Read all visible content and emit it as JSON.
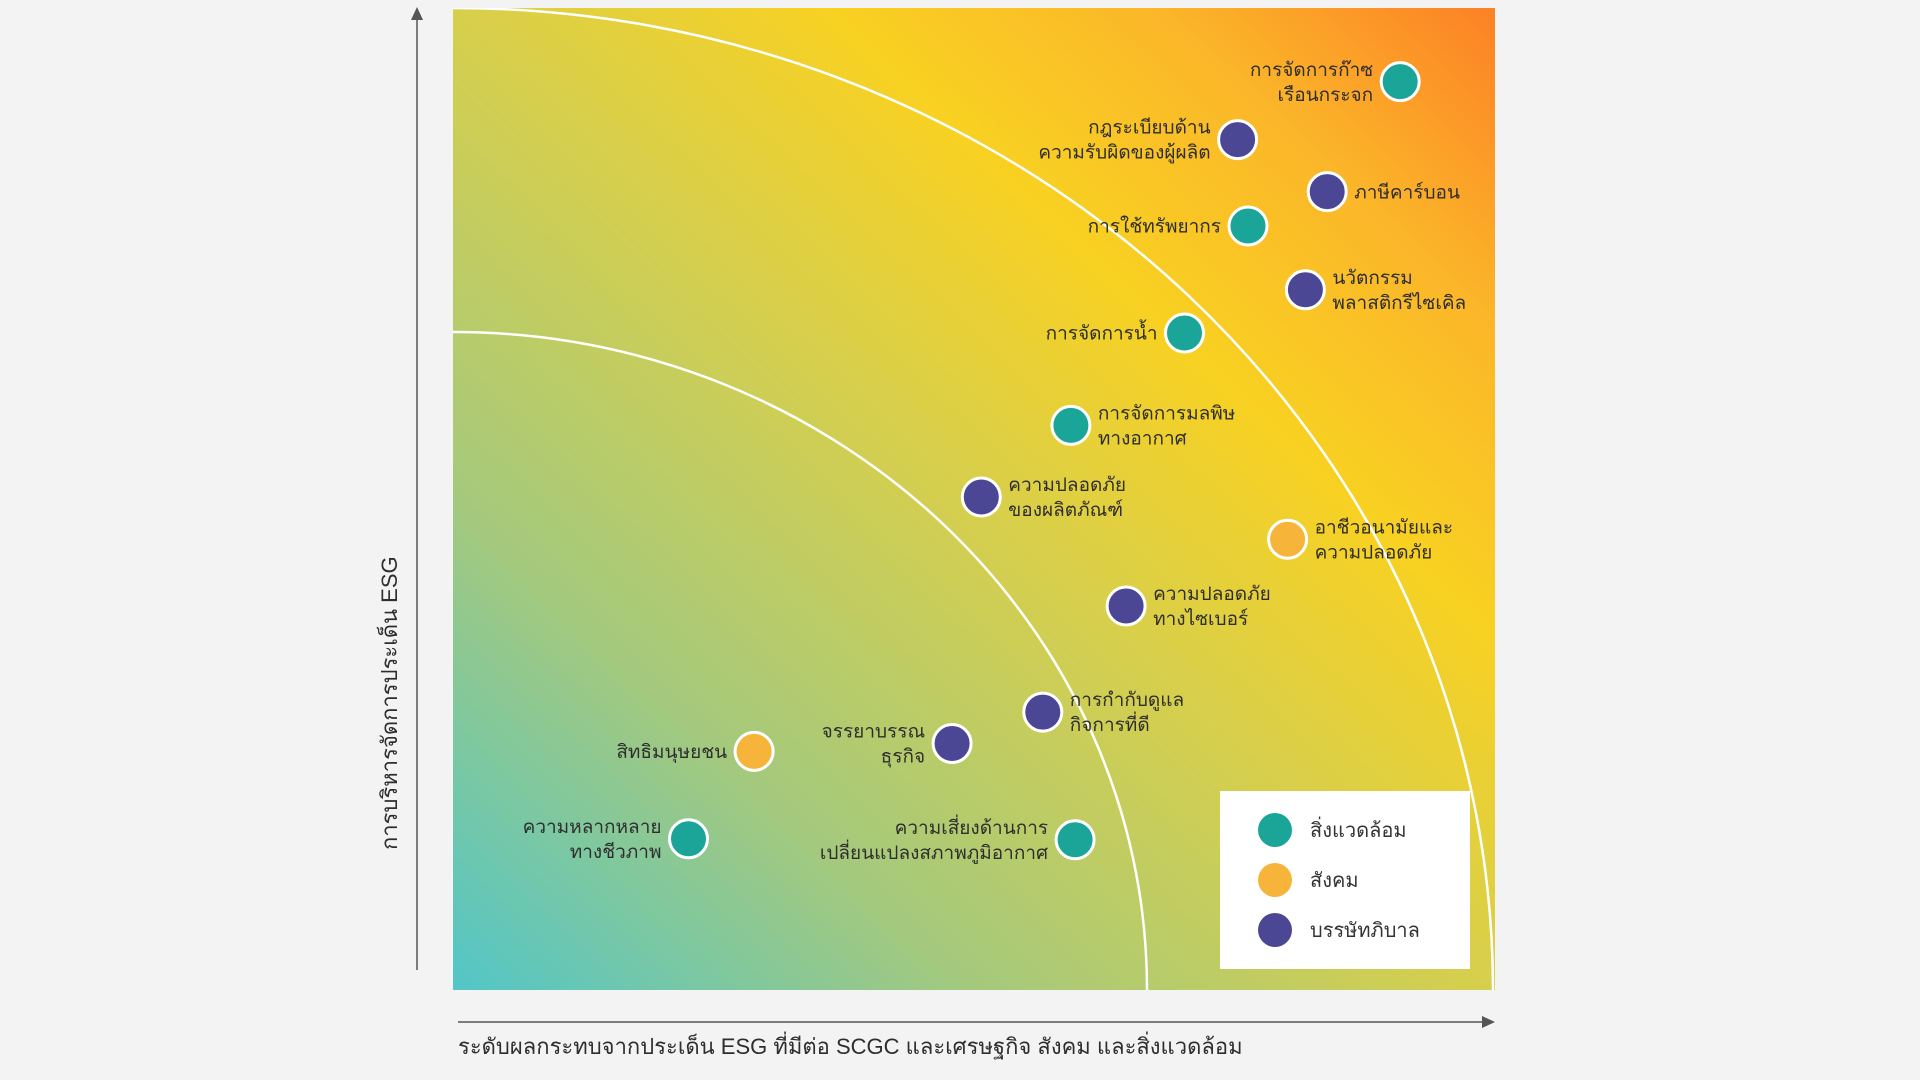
{
  "chart_data": {
    "type": "scatter",
    "title": "",
    "xlabel": "ระดับผลกระทบจากประเด็น ESG ที่มีต่อ SCGC และเศรษฐกิจ สังคม และสิ่งแวดล้อม",
    "ylabel": "การบริหารจัดการประเด็น ESG",
    "xlim": [
      0,
      100
    ],
    "ylim": [
      0,
      100
    ],
    "axis_ticks": "none",
    "grid": false,
    "colors": {
      "environment": "#1aa598",
      "social": "#f7b43b",
      "governance": "#4b4794"
    },
    "legend": {
      "position": "bottom-right",
      "items": [
        {
          "key": "environment",
          "label": "สิ่งแวดล้อม"
        },
        {
          "key": "social",
          "label": "สังคม"
        },
        {
          "key": "governance",
          "label": "บรรษัทภิบาล"
        }
      ]
    },
    "points": [
      {
        "lines": [
          "การจัดการก๊าซ",
          "เรือนกระจก"
        ],
        "x": 90.9,
        "y": 92.5,
        "cat": "environment",
        "side": "left"
      },
      {
        "lines": [
          "กฎระเบียบด้าน",
          "ความรับผิดของผู้ผลิต"
        ],
        "x": 75.3,
        "y": 86.6,
        "cat": "governance",
        "side": "left"
      },
      {
        "lines": [
          "ภาษีคาร์บอน"
        ],
        "x": 83.9,
        "y": 81.3,
        "cat": "governance",
        "side": "right"
      },
      {
        "lines": [
          "การใช้ทรัพยากร"
        ],
        "x": 76.3,
        "y": 77.8,
        "cat": "environment",
        "side": "left"
      },
      {
        "lines": [
          "นวัตกรรม",
          "พลาสติกรีไซเคิล"
        ],
        "x": 81.8,
        "y": 71.3,
        "cat": "governance",
        "side": "right"
      },
      {
        "lines": [
          "การจัดการน้ำ"
        ],
        "x": 70.2,
        "y": 66.9,
        "cat": "environment",
        "side": "left"
      },
      {
        "lines": [
          "การจัดการมลพิษ",
          "ทางอากาศ"
        ],
        "x": 59.3,
        "y": 57.5,
        "cat": "environment",
        "side": "right"
      },
      {
        "lines": [
          "ความปลอดภัย",
          "ของผลิตภัณฑ์"
        ],
        "x": 50.7,
        "y": 50.2,
        "cat": "governance",
        "side": "right"
      },
      {
        "lines": [
          "อาชีวอนามัยและ",
          "ความปลอดภัย"
        ],
        "x": 80.1,
        "y": 45.9,
        "cat": "social",
        "side": "right"
      },
      {
        "lines": [
          "ความปลอดภัย",
          "ทางไซเบอร์"
        ],
        "x": 64.6,
        "y": 39.1,
        "cat": "governance",
        "side": "right"
      },
      {
        "lines": [
          "การกำกับดูแล",
          "กิจการที่ดี"
        ],
        "x": 56.6,
        "y": 28.3,
        "cat": "governance",
        "side": "right"
      },
      {
        "lines": [
          "จรรยาบรรณ",
          "ธุรกิจ"
        ],
        "x": 47.9,
        "y": 25.1,
        "cat": "governance",
        "side": "left"
      },
      {
        "lines": [
          "สิทธิมนุษยชน"
        ],
        "x": 28.9,
        "y": 24.3,
        "cat": "social",
        "side": "left"
      },
      {
        "lines": [
          "ความเสี่ยงด้านการ",
          "เปลี่ยนแปลงสภาพภูมิอากาศ"
        ],
        "x": 59.7,
        "y": 15.3,
        "cat": "environment",
        "side": "left"
      },
      {
        "lines": [
          "ความหลากหลาย",
          "ทางชีวภาพ"
        ],
        "x": 22.6,
        "y": 15.4,
        "cat": "environment",
        "side": "left"
      }
    ]
  }
}
